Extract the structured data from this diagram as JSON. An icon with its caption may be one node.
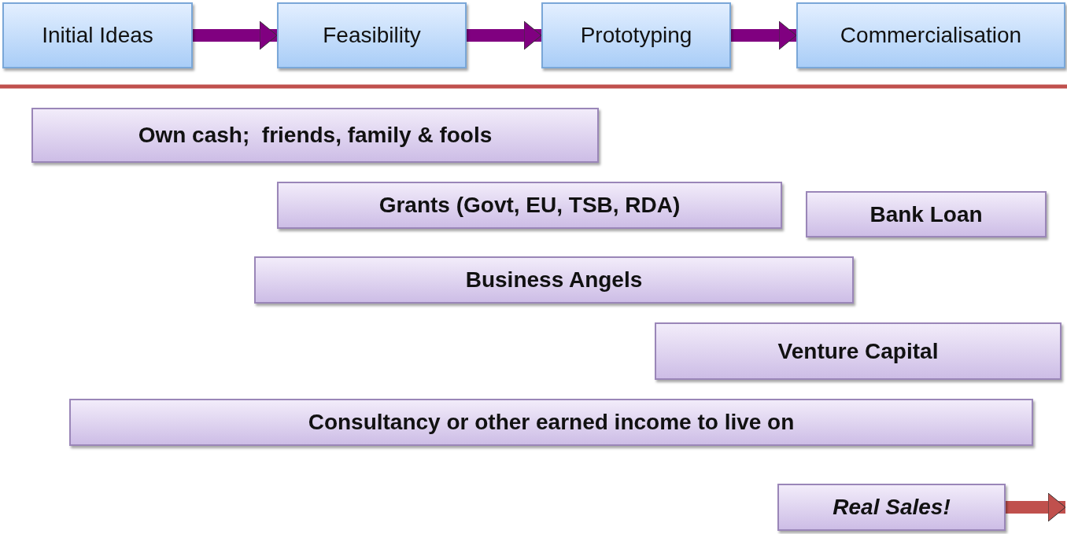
{
  "diagram": {
    "nodes": [
      {
        "text": [
          "Initial Ideas"
        ]
      },
      {
        "text": [
          "Feasibility"
        ]
      },
      {
        "text": [
          "Prototyping"
        ]
      },
      {
        "text": [
          "Commercialisation"
        ]
      },
      {
        "text": [
          "Own cash;  friends, family & fools"
        ]
      },
      {
        "text": [
          "Grants (Govt, EU, TSB, RDA)"
        ]
      },
      {
        "text": [
          "Bank Loan"
        ]
      },
      {
        "text": [
          "Business Angels"
        ]
      },
      {
        "text": [
          "Venture Capital"
        ]
      },
      {
        "text": [
          "Consultancy or other earned income to live on"
        ]
      },
      {
        "text": [
          "Real Sales!"
        ]
      }
    ],
    "edges": [
      {
        "from": 0,
        "to": 1,
        "arrow": "to"
      },
      {
        "from": 1,
        "to": 2,
        "arrow": "to"
      },
      {
        "from": 2,
        "to": 3,
        "arrow": "to"
      },
      {
        "from": 10,
        "to": null,
        "arrow": "to",
        "color": "#c0504d"
      }
    ]
  }
}
